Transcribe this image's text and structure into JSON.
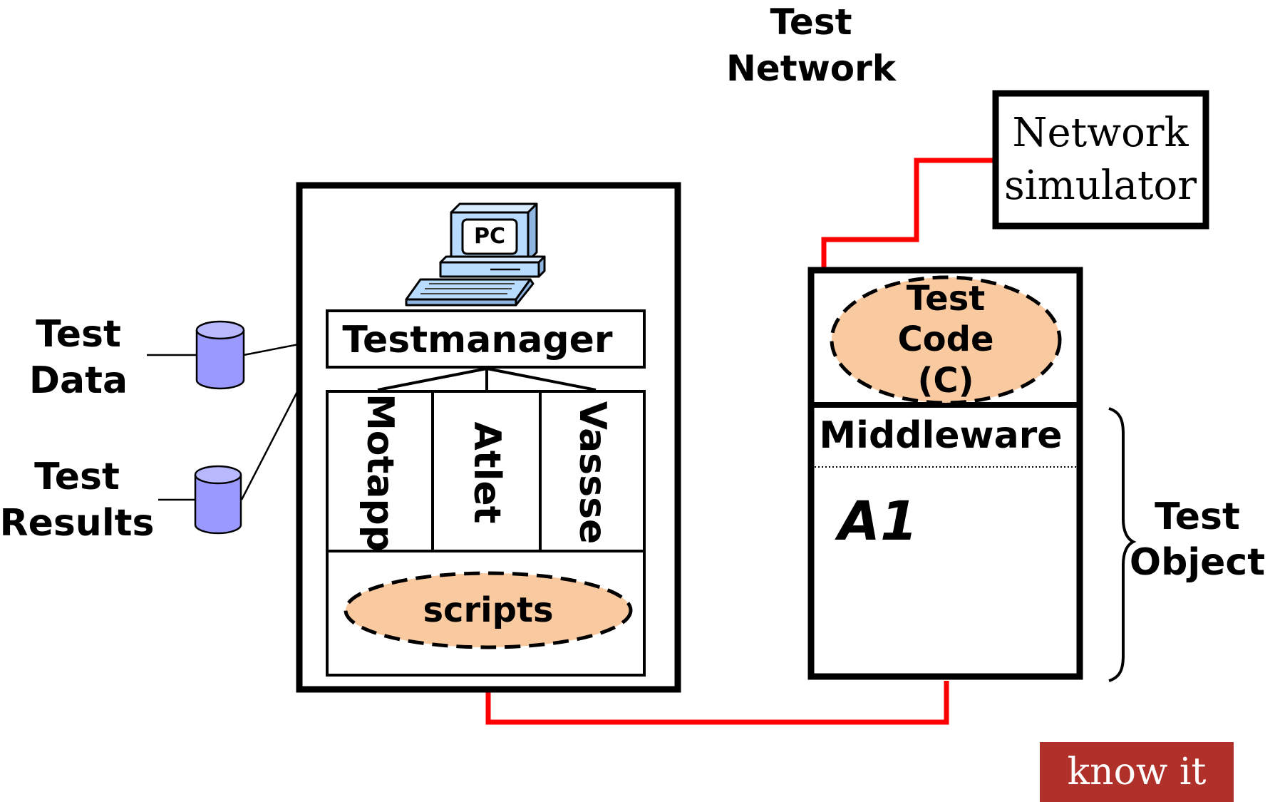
{
  "test_network_label": [
    "Test",
    "Network"
  ],
  "test_data_label": [
    "Test",
    "Data"
  ],
  "test_results_label": [
    "Test",
    "Results"
  ],
  "test_object_label": [
    "Test",
    "Object"
  ],
  "pc_screen_label": "PC",
  "testmanager_label": "Testmanager",
  "tools": [
    "Motapp",
    "Atlet",
    "Vassse"
  ],
  "scripts_label": "scripts",
  "test_code_label": [
    "Test",
    "Code",
    "(C)"
  ],
  "middleware_label": "Middleware",
  "a1_label": "A1",
  "network_simulator_label": [
    "Network",
    "simulator"
  ],
  "logo_text": "know it",
  "colors": {
    "link_red": "#ff0000",
    "ellipse_fill": "#f9c9a0",
    "db_fill": "#9999ff",
    "pc_fill": "#b7dcff",
    "logo_bg": "#b0302a"
  }
}
